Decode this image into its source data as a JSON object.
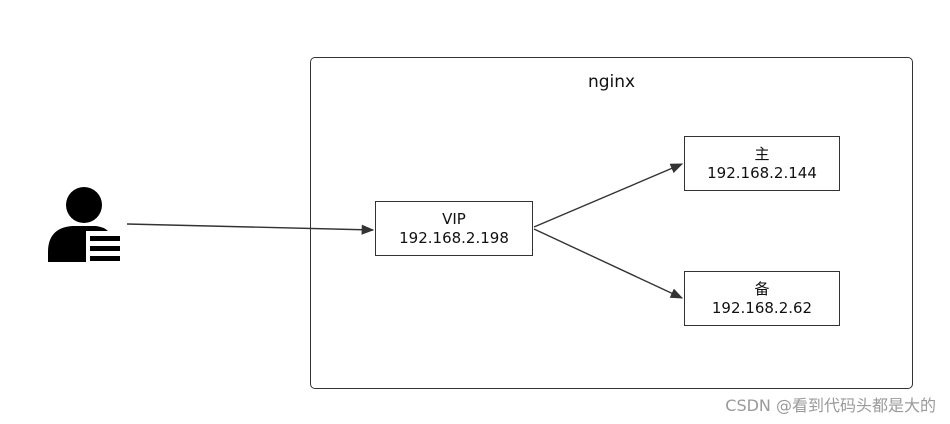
{
  "group": {
    "title": "nginx"
  },
  "nodes": {
    "vip": {
      "line1": "VIP",
      "line2": "192.168.2.198"
    },
    "master": {
      "line1": "主",
      "line2": "192.168.2.144"
    },
    "backup": {
      "line1": "备",
      "line2": "192.168.2.62"
    }
  },
  "icons": {
    "user": "user-with-list-icon"
  },
  "watermark": "CSDN @看到代码头都是大的"
}
